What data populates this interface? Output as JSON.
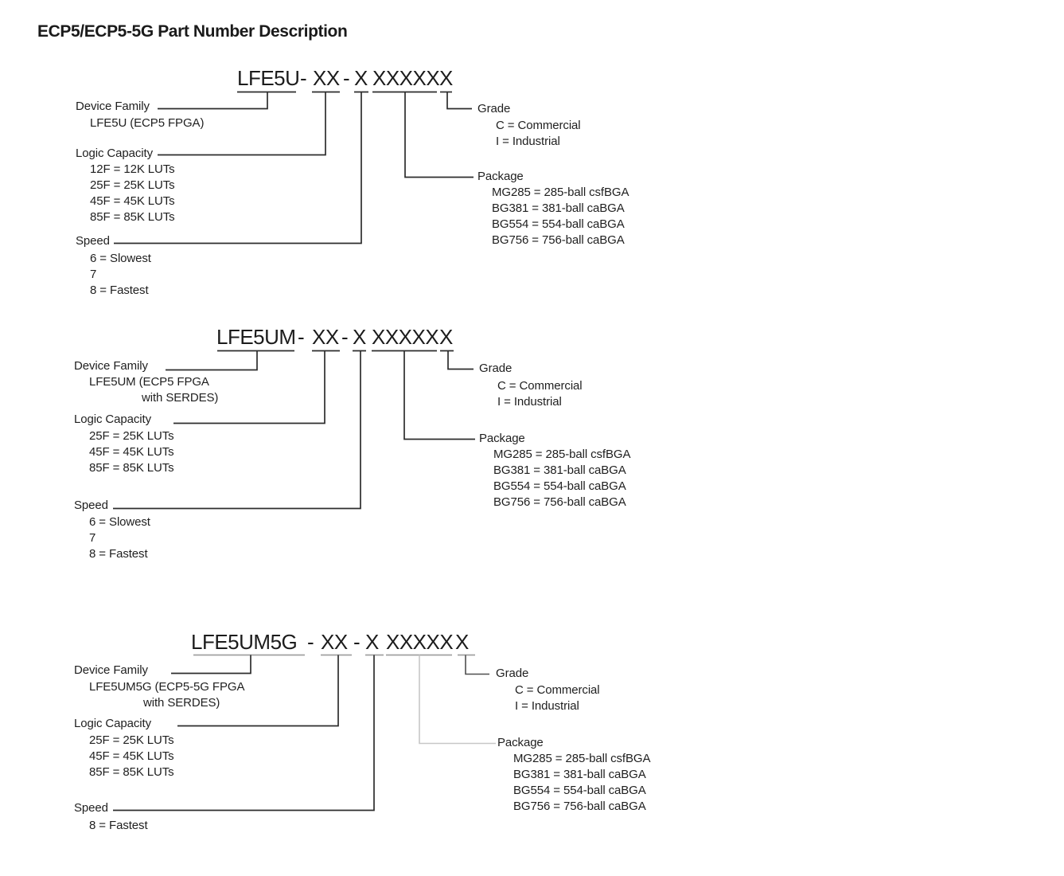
{
  "page_title": "ECP5/ECP5-5G Part Number Description",
  "colors": {
    "text": "#1f1f1f",
    "connector_dark": "#2d2d2d",
    "underline_gray": "#a0a0a0",
    "connector_light_gray": "#c7c7c7",
    "connector_mid_gray": "#4f4f4f"
  },
  "diagrams": [
    {
      "name": "LFE5U",
      "segments": {
        "family": "LFE5U",
        "sep1": "-",
        "capacity": "XX",
        "sep2": "-",
        "speed": "X",
        "package": "XXXXX",
        "grade": "X"
      },
      "device_family": {
        "label": "Device Family",
        "lines": [
          "LFE5U (ECP5 FPGA)"
        ]
      },
      "logic_capacity": {
        "label": "Logic Capacity",
        "items": [
          "12F = 12K LUTs",
          "25F = 25K LUTs",
          "45F = 45K LUTs",
          "85F = 85K LUTs"
        ]
      },
      "speed": {
        "label": "Speed",
        "items": [
          "6 = Slowest",
          "7",
          "8 = Fastest"
        ]
      },
      "grade": {
        "label": "Grade",
        "items": [
          "C = Commercial",
          "I = Industrial"
        ]
      },
      "package": {
        "label": "Package",
        "items": [
          "MG285 = 285-ball csfBGA",
          "BG381 = 381-ball caBGA",
          "BG554 = 554-ball caBGA",
          "BG756 = 756-ball caBGA"
        ]
      }
    },
    {
      "name": "LFE5UM",
      "segments": {
        "family": "LFE5UM",
        "sep1": "-",
        "capacity": "XX",
        "sep2": "-",
        "speed": "X",
        "package": "XXXXX",
        "grade": "X"
      },
      "device_family": {
        "label": "Device Family",
        "lines": [
          "LFE5UM (ECP5 FPGA",
          "with SERDES)"
        ]
      },
      "logic_capacity": {
        "label": "Logic Capacity",
        "items": [
          "25F = 25K LUTs",
          "45F = 45K LUTs",
          "85F = 85K LUTs"
        ]
      },
      "speed": {
        "label": "Speed",
        "items": [
          "6 = Slowest",
          "7",
          "8 = Fastest"
        ]
      },
      "grade": {
        "label": "Grade",
        "items": [
          "C = Commercial",
          "I = Industrial"
        ]
      },
      "package": {
        "label": "Package",
        "items": [
          "MG285 = 285-ball csfBGA",
          "BG381 = 381-ball caBGA",
          "BG554 = 554-ball caBGA",
          "BG756 = 756-ball caBGA"
        ]
      }
    },
    {
      "name": "LFE5UM5G",
      "segments": {
        "family": "LFE5UM5G",
        "sep1": "-",
        "capacity": "XX",
        "sep2": "-",
        "speed": "X",
        "package": "XXXXX",
        "grade": "X"
      },
      "device_family": {
        "label": "Device Family",
        "lines": [
          "LFE5UM5G (ECP5-5G FPGA",
          "with SERDES)"
        ]
      },
      "logic_capacity": {
        "label": "Logic Capacity",
        "items": [
          "25F = 25K LUTs",
          "45F = 45K LUTs",
          "85F = 85K LUTs"
        ]
      },
      "speed": {
        "label": "Speed",
        "items": [
          "8 = Fastest"
        ]
      },
      "grade": {
        "label": "Grade",
        "items": [
          "C = Commercial",
          "I = Industrial"
        ]
      },
      "package": {
        "label": "Package",
        "items": [
          "MG285 = 285-ball csfBGA",
          "BG381 = 381-ball caBGA",
          "BG554 = 554-ball caBGA",
          "BG756 = 756-ball caBGA"
        ]
      }
    }
  ]
}
